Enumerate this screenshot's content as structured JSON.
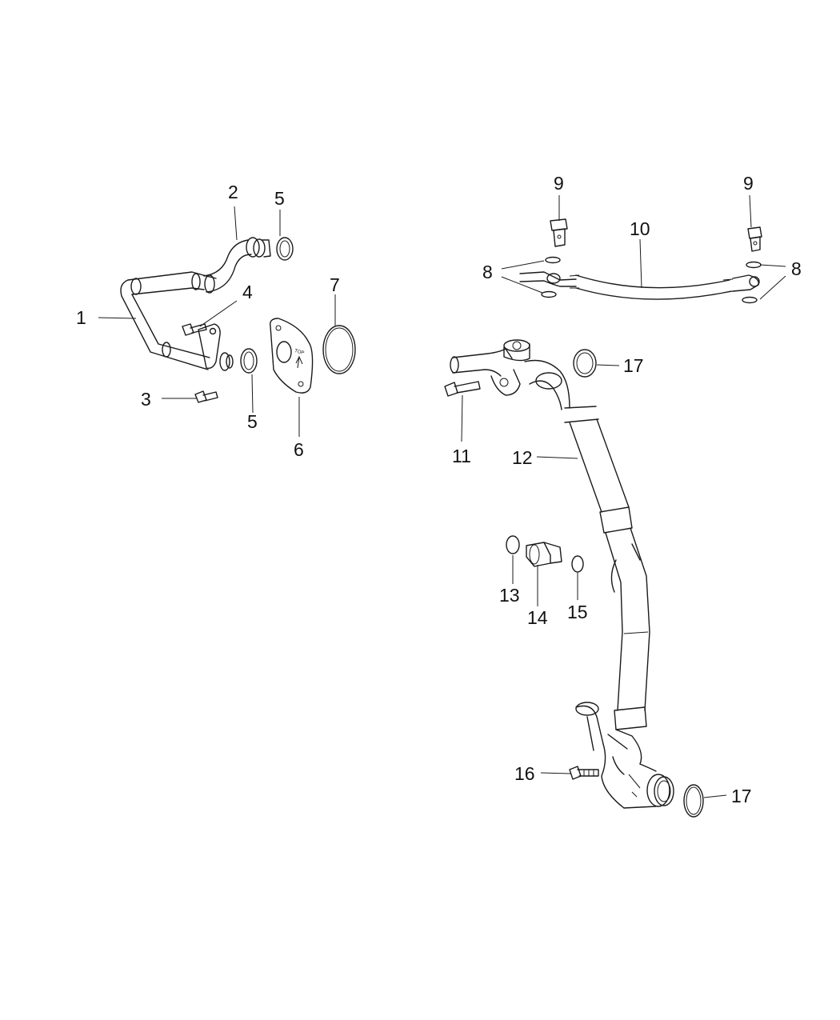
{
  "callouts": {
    "c1": "1",
    "c2": "2",
    "c3": "3",
    "c4": "4",
    "c5a": "5",
    "c5b": "5",
    "c6": "6",
    "c7": "7",
    "c8a": "8",
    "c8b": "8",
    "c9a": "9",
    "c9b": "9",
    "c10": "10",
    "c11": "11",
    "c12": "12",
    "c13": "13",
    "c14": "14",
    "c15": "15",
    "c16": "16",
    "c17a": "17",
    "c17b": "17"
  },
  "plate_marking": "TOP"
}
